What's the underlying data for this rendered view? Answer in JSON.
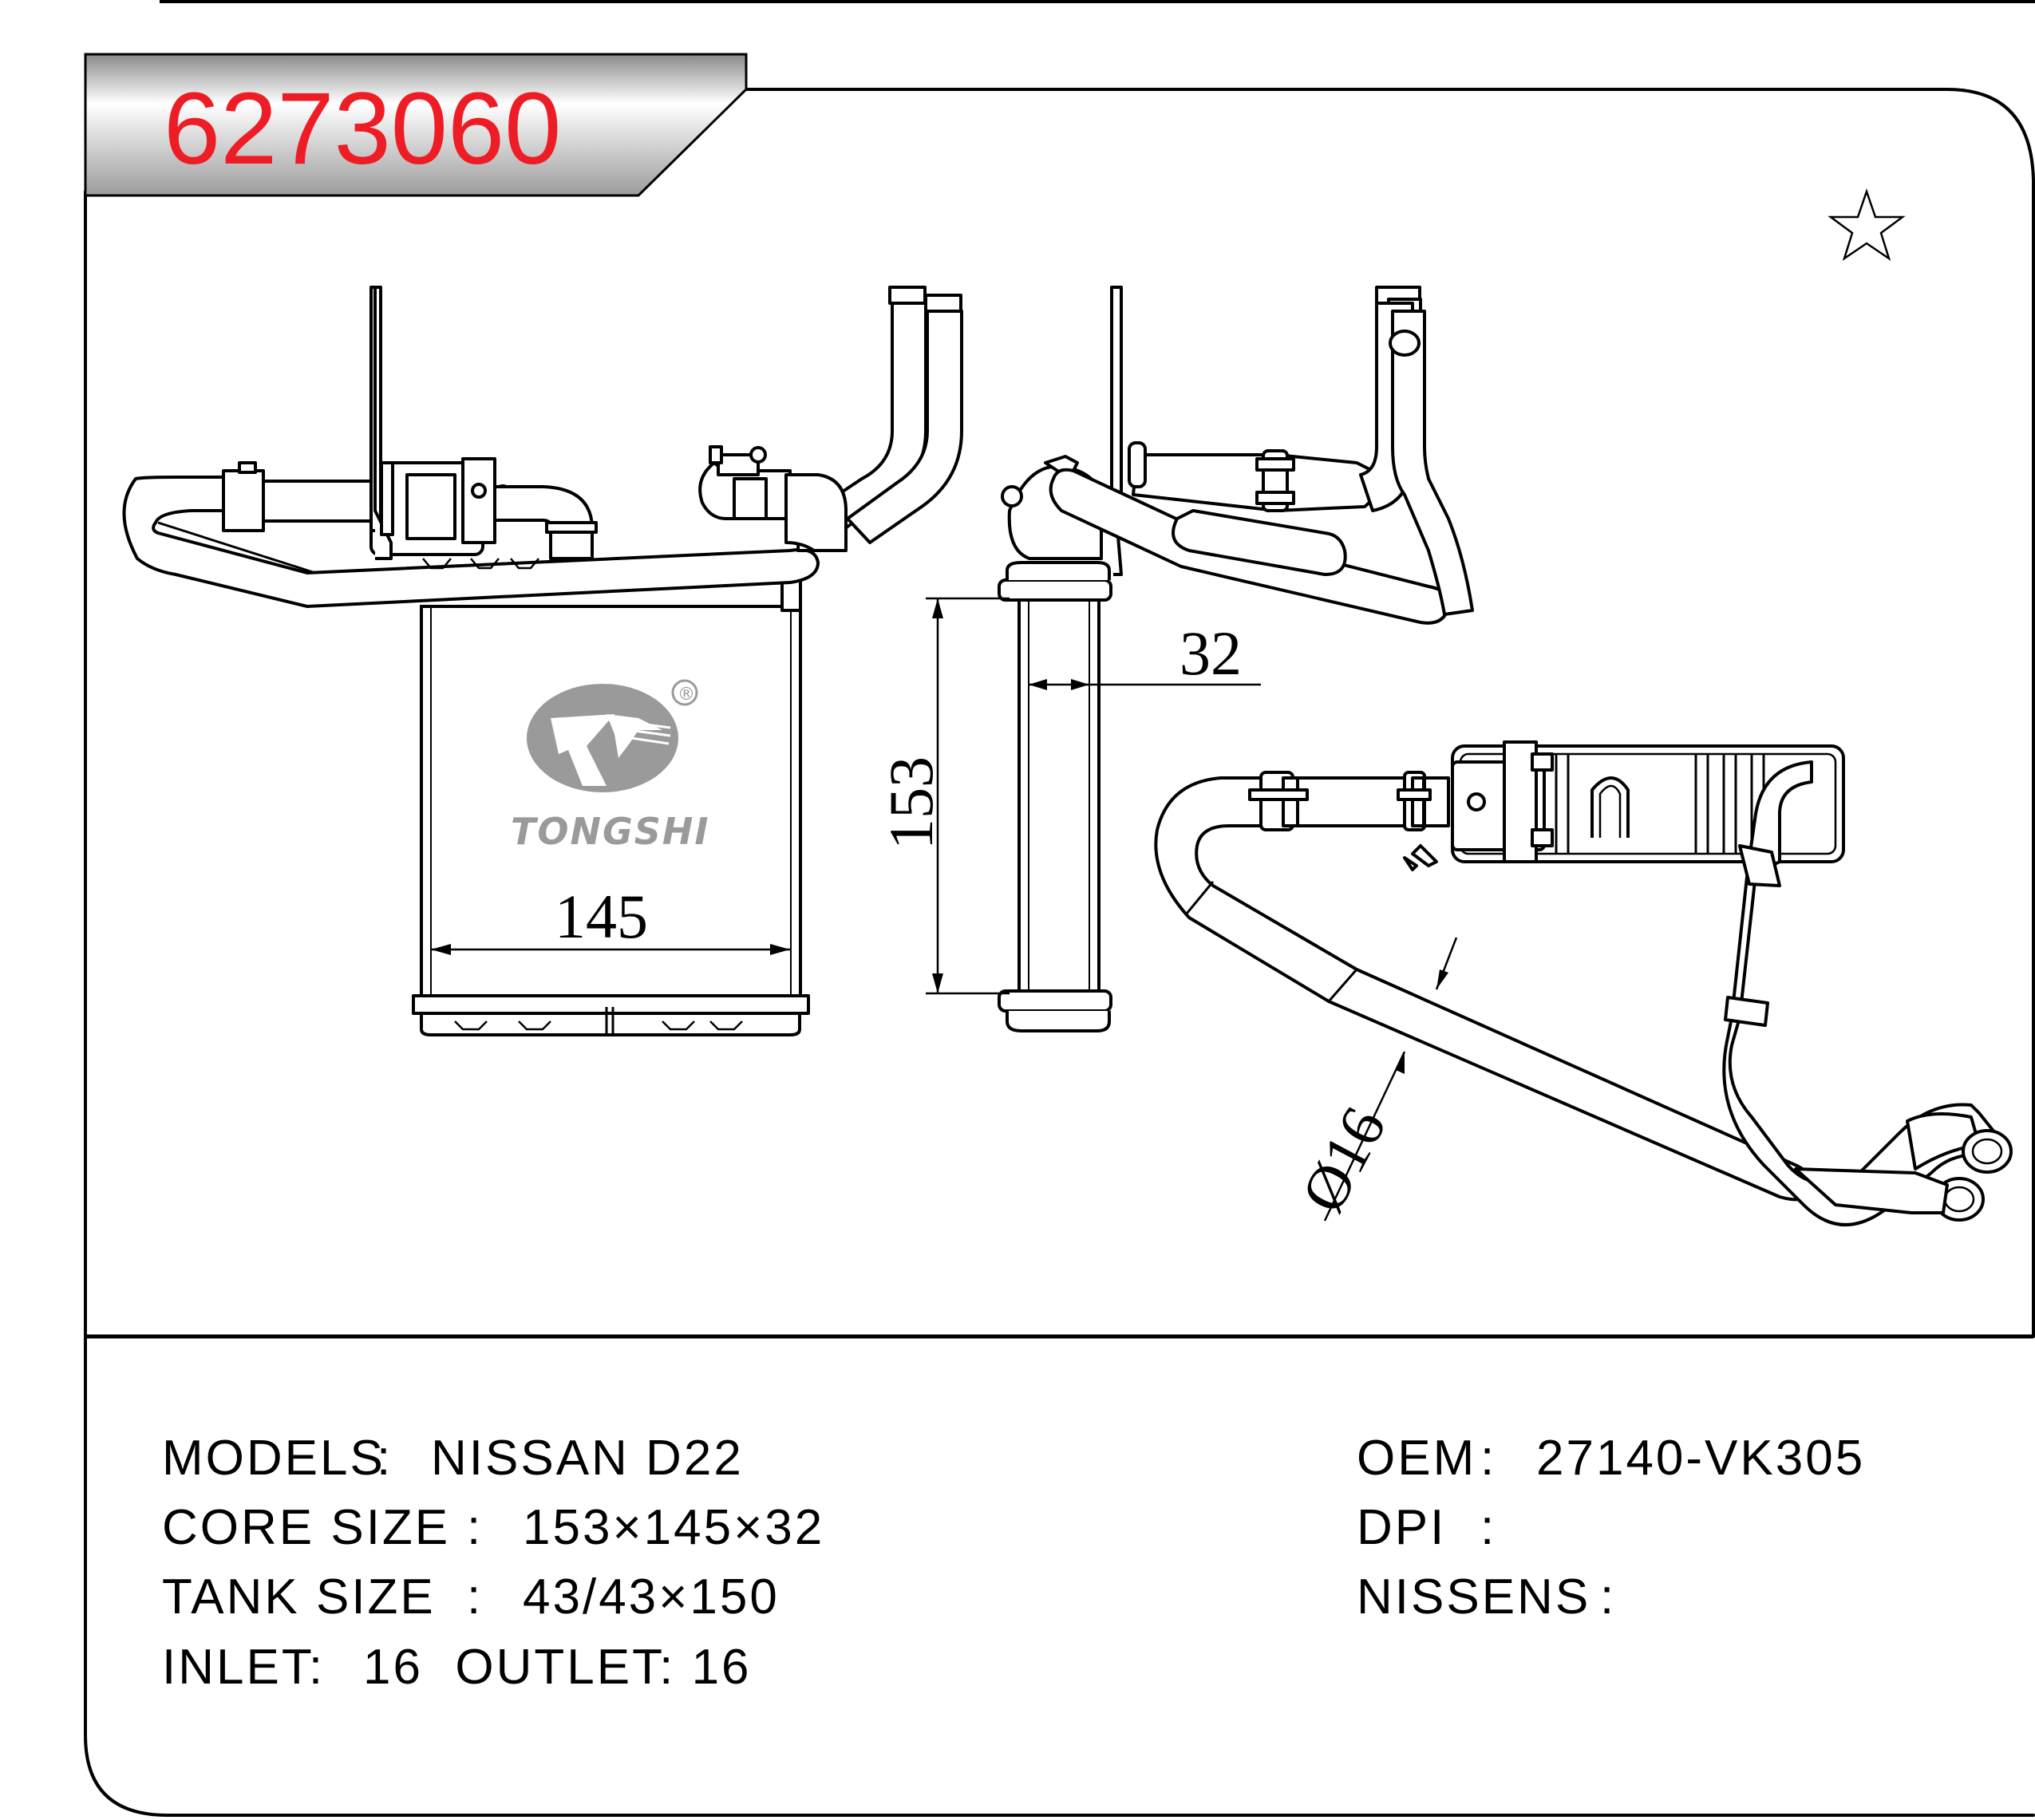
{
  "part_number": "6273060",
  "dimensions": {
    "width": "145",
    "height": "153",
    "depth": "32",
    "pipe_diameter": "Ø16"
  },
  "logo": {
    "brand": "TONGSHI",
    "registered_mark": "®"
  },
  "specs_left": [
    {
      "label": "MODELS",
      "sep": ":",
      "value": "NISSAN D22"
    },
    {
      "label": "CORE SIZE",
      "sep": ":",
      "value": "153×145×32"
    },
    {
      "label": "TANK SIZE",
      "sep": ":",
      "value": "43/43×150"
    },
    {
      "label": "INLET:",
      "sep": "",
      "value": "16  OUTLET: 16"
    }
  ],
  "specs_right": [
    {
      "label": "OEM",
      "sep": ":",
      "value": "27140-VK305"
    },
    {
      "label": "DPI",
      "sep": ":",
      "value": ""
    },
    {
      "label": "NISSENS",
      "sep": ":",
      "value": ""
    }
  ],
  "colors": {
    "title": "#ee1c25",
    "logo": "#9a9a9a",
    "line": "#000000"
  },
  "icons": [
    "star-icon"
  ]
}
